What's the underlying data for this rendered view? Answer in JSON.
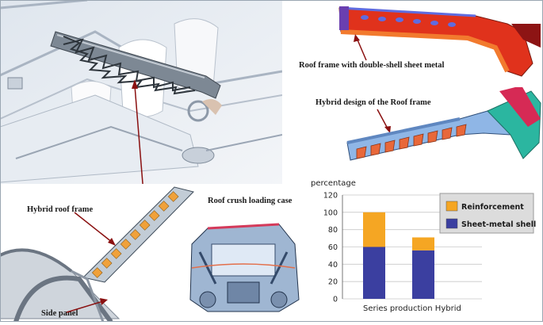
{
  "labels": {
    "roof_frame_double_shell": "Roof frame with double-shell sheet metal",
    "hybrid_design": "Hybrid design of the Roof frame",
    "hybrid_roof_frame": "Hybrid roof frame",
    "roof_crush": "Roof crush loading case",
    "side_panel": "Side panel"
  },
  "colors": {
    "reinforcement": "#f5a623",
    "sheet_metal_shell": "#3b3fa0"
  },
  "chart_data": {
    "type": "bar",
    "stacked": true,
    "ylabel": "percentage",
    "xlabel": "",
    "categories": [
      "Series production",
      "Hybrid"
    ],
    "category_axis_text": "Series production Hybrid",
    "yticks": [
      0,
      20,
      40,
      60,
      80,
      100,
      120
    ],
    "ylim": [
      0,
      120
    ],
    "grid": true,
    "legend_position": "top-right",
    "series": [
      {
        "name": "Sheet-metal shell",
        "color": "#3b3fa0",
        "values": [
          60,
          56
        ]
      },
      {
        "name": "Reinforcement",
        "color": "#f5a623",
        "values": [
          40,
          15
        ]
      }
    ]
  }
}
